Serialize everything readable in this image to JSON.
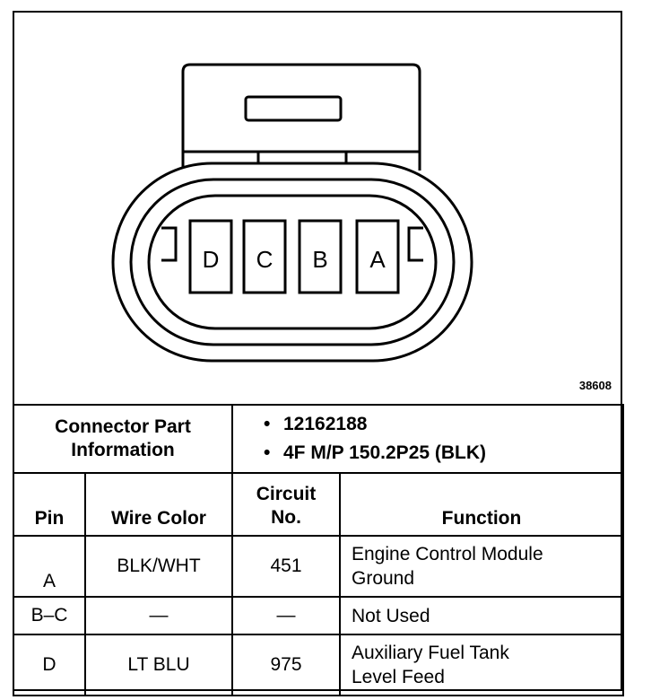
{
  "figure_id": "38608",
  "connector": {
    "cavities": [
      "D",
      "C",
      "B",
      "A"
    ]
  },
  "part_info": {
    "label_line1": "Connector Part",
    "label_line2": "Information",
    "items": [
      "12162188",
      "4F M/P 150.2P25 (BLK)"
    ],
    "bullet": "•"
  },
  "headers": {
    "pin": "Pin",
    "wire_color": "Wire Color",
    "circuit_line1": "Circuit",
    "circuit_line2": "No.",
    "function": "Function"
  },
  "rows": [
    {
      "pin": "A",
      "wire_color": "BLK/WHT",
      "circuit": "451",
      "function_line1": "Engine Control Module",
      "function_line2": "Ground"
    },
    {
      "pin": "B–C",
      "wire_color": "—",
      "circuit": "—",
      "function_line1": "Not Used",
      "function_line2": ""
    },
    {
      "pin": "D",
      "wire_color": "LT BLU",
      "circuit": "975",
      "function_line1": "Auxiliary Fuel Tank",
      "function_line2": "Level Feed"
    }
  ]
}
